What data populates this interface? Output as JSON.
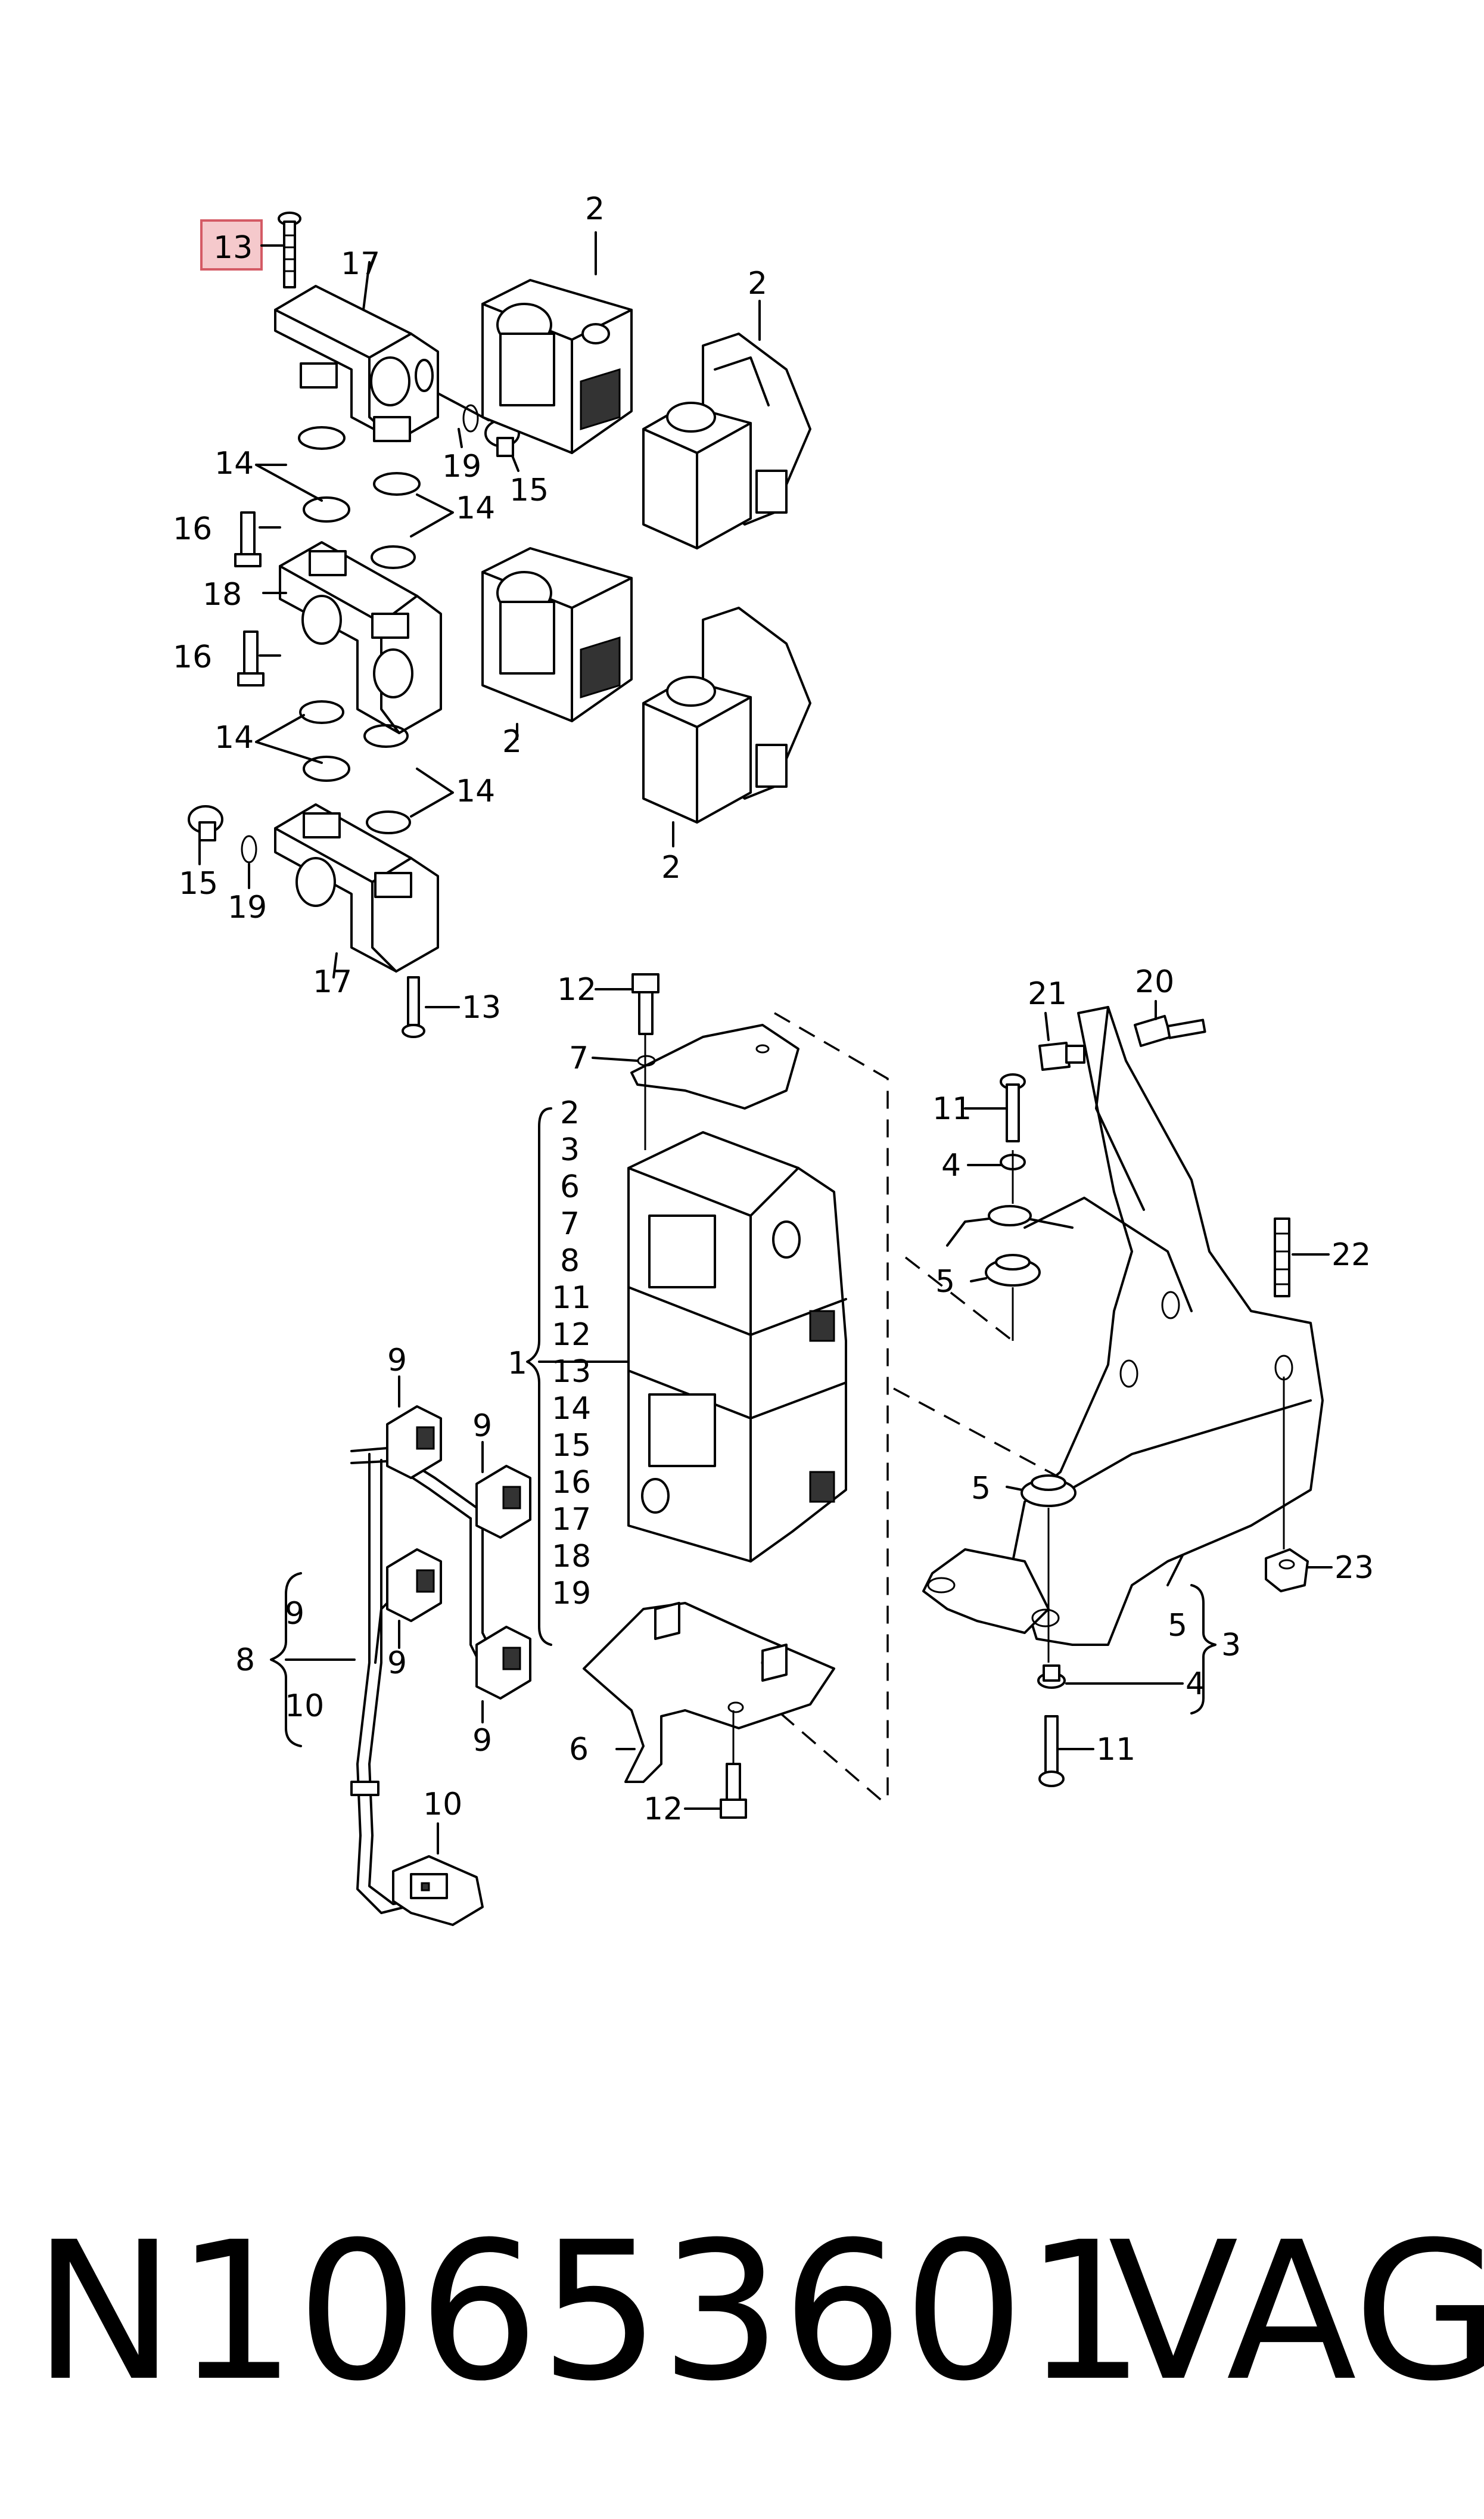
{
  "highlight": {
    "label": "13",
    "fill": "#f5c9cc",
    "border": "#d45a65"
  },
  "labels": {
    "l2a": "2",
    "l2b": "2",
    "l2c": "2",
    "l2d": "2",
    "l13a": "13",
    "l17a": "17",
    "l19a": "19",
    "l15a": "15",
    "l14a": "14",
    "l14b": "14",
    "l16a": "16",
    "l18a": "18",
    "l16b": "16",
    "l14c": "14",
    "l14d": "14",
    "l15b": "15",
    "l19b": "19",
    "l17b": "17",
    "l13b": "13",
    "l12a": "12",
    "l7a": "7",
    "l21": "21",
    "l20": "20",
    "l11a": "11",
    "l4a": "4",
    "l5a": "5",
    "l22": "22",
    "l1": "1",
    "l5b": "5",
    "l23": "23",
    "l5c": "5",
    "l3": "3",
    "l4b": "4",
    "l11b": "11",
    "l12b": "12",
    "l6": "6",
    "l9a": "9",
    "l9b": "9",
    "l9c": "9",
    "l9d": "9",
    "l8": "8",
    "l8_9": "9",
    "l8_10": "10",
    "l10": "10"
  },
  "group1_items": [
    "2",
    "3",
    "6",
    "7",
    "8",
    "11",
    "12",
    "13",
    "14",
    "15",
    "16",
    "17",
    "18",
    "19"
  ],
  "footer": {
    "part_number": "N10653601",
    "brand": "VAG"
  }
}
